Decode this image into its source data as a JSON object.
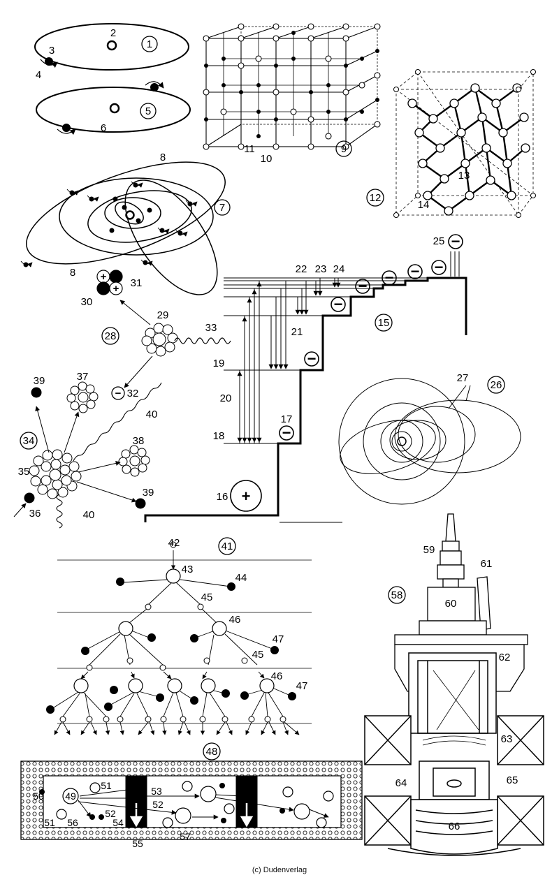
{
  "credit": "(c) Dudenverlag",
  "figures": {
    "fig1": {
      "number": "1",
      "labels": [
        "2",
        "3",
        "4"
      ]
    },
    "fig5": {
      "number": "5",
      "labels": [
        "6"
      ]
    },
    "fig7": {
      "number": "7",
      "labels": [
        "8",
        "8"
      ]
    },
    "fig9": {
      "number": "9",
      "labels": [
        "10",
        "11"
      ]
    },
    "fig12": {
      "number": "12",
      "labels": [
        "13",
        "14"
      ]
    },
    "fig15": {
      "number": "15",
      "labels": [
        "16",
        "17",
        "18",
        "19",
        "20",
        "21",
        "22",
        "23",
        "24",
        "25"
      ]
    },
    "fig26": {
      "number": "26",
      "labels": [
        "27"
      ]
    },
    "fig28": {
      "number": "28",
      "labels": [
        "29",
        "30",
        "31",
        "32",
        "33"
      ]
    },
    "fig34": {
      "number": "34",
      "labels": [
        "35",
        "36",
        "37",
        "38",
        "39",
        "39",
        "40",
        "40"
      ]
    },
    "fig41": {
      "number": "41",
      "labels": [
        "42",
        "43",
        "44",
        "45",
        "45",
        "46",
        "46",
        "47",
        "47"
      ]
    },
    "fig48": {
      "number": "48",
      "labels": [
        "49",
        "50",
        "51",
        "51",
        "52",
        "52",
        "53",
        "54",
        "55",
        "56",
        "57"
      ]
    },
    "fig58": {
      "number": "58",
      "labels": [
        "59",
        "60",
        "61",
        "62",
        "63",
        "64",
        "65",
        "66"
      ]
    }
  },
  "symbols": {
    "plus": "+",
    "minus": "−"
  }
}
